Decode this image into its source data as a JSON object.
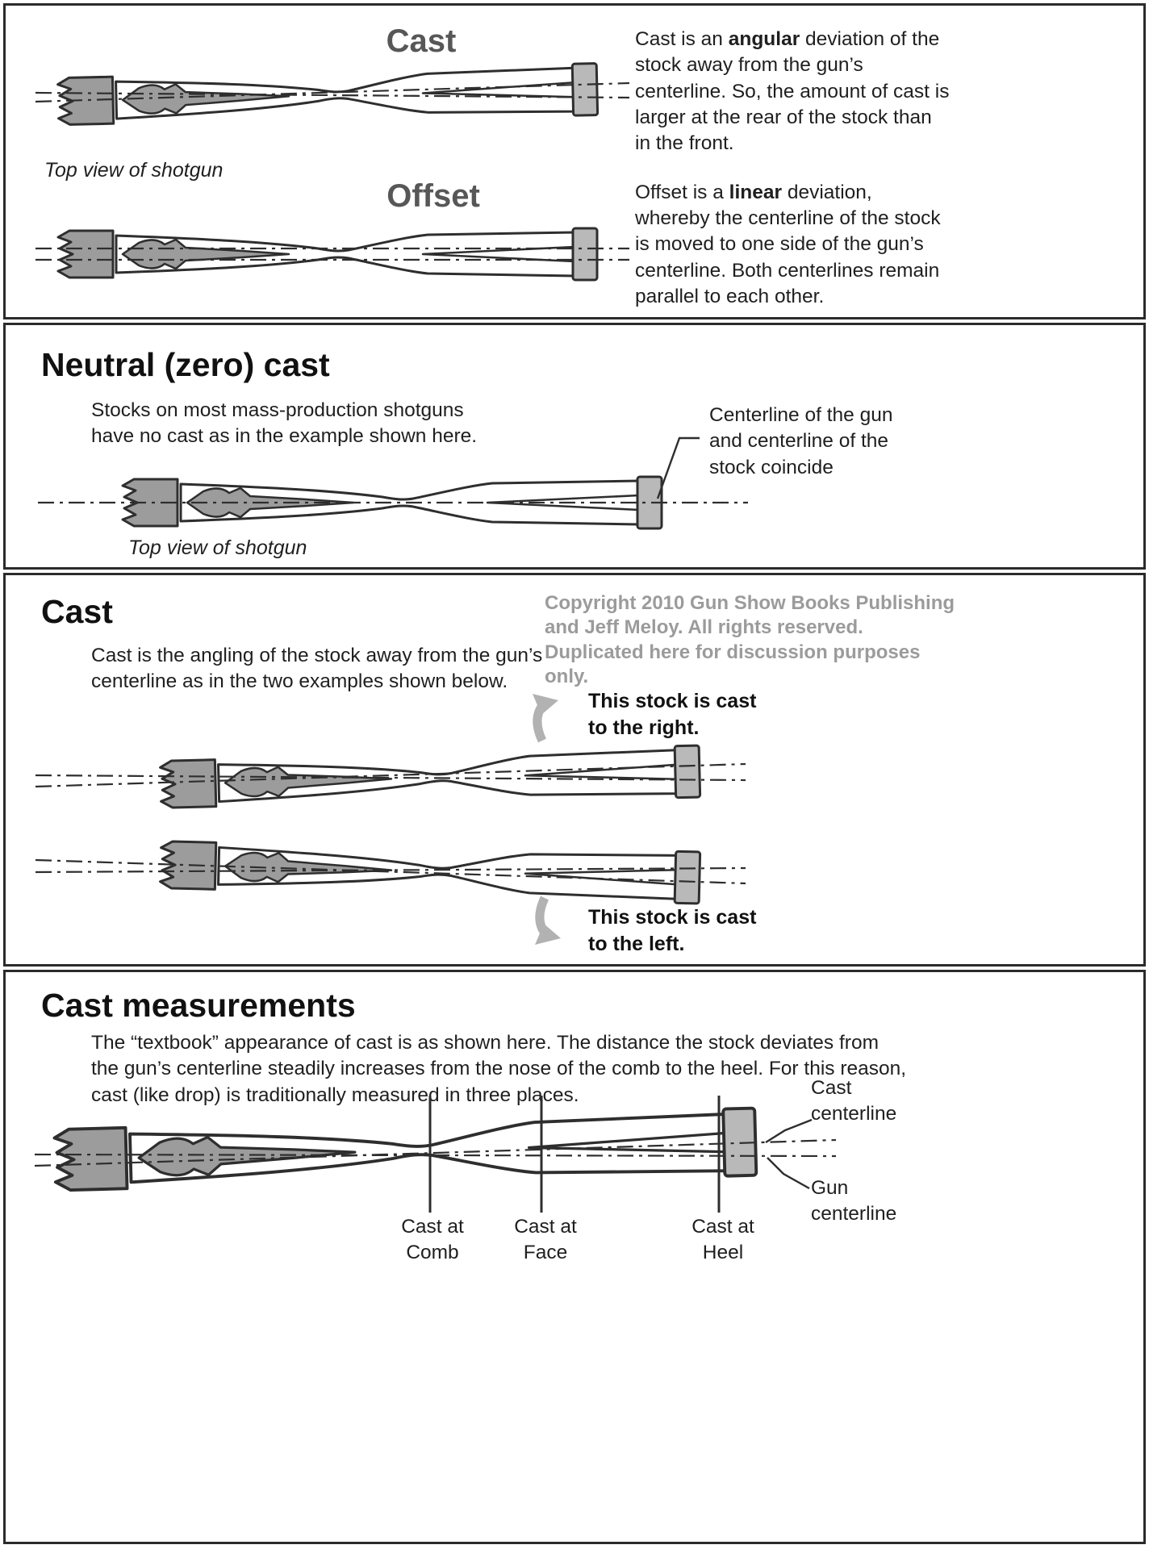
{
  "figure_colors": {
    "diagram_title_gray": "#575757",
    "copyright_gray": "#9b9b9b",
    "arrow_gray": "#b2b2b2",
    "gun_metal_gray": "#9c9c9c",
    "buttplate_gray": "#b9b9b9",
    "line_color": "#2e2e2e"
  },
  "panel_cast_offset": {
    "cast_title": "Cast",
    "offset_title": "Offset",
    "top_view_label": "Top view of shotgun",
    "cast_text": {
      "pre": "Cast is an ",
      "bold": "angular",
      "post": " deviation of the stock away from the gun’s centerline. So, the amount of cast is larger at the rear of the stock than in the front."
    },
    "offset_text": {
      "pre": "Offset is a ",
      "bold": "linear",
      "post": " deviation, whereby the centerline of the stock is moved to one side of the gun’s centerline. Both centerlines remain parallel to each other."
    }
  },
  "panel_neutral": {
    "heading": "Neutral (zero) cast",
    "body": "Stocks on most mass-production shotguns\nhave no cast as in the example shown here.",
    "annotation": "Centerline of the gun\nand centerline of the\nstock coincide",
    "top_view_label": "Top view of shotgun"
  },
  "panel_cast": {
    "heading": "Cast",
    "copyright_lines": [
      "Copyright 2010 Gun Show Books Publishing",
      "and Jeff Meloy. All rights reserved.",
      "Duplicated here for discussion purposes only."
    ],
    "body": "Cast is the angling of the stock away from the gun’s\ncenterline as in the two examples shown below.",
    "cast_right_label": "This stock is cast\nto the right.",
    "cast_left_label": "This stock is cast\nto the left."
  },
  "panel_measurements": {
    "heading": "Cast measurements",
    "body": "The “textbook” appearance of cast is as shown here. The distance the stock deviates from\nthe gun’s centerline steadily increases from the nose of the comb to the heel. For this reason,\ncast (like drop) is traditionally measured in three places.",
    "cast_at_comb": "Cast at\nComb",
    "cast_at_face": "Cast at\nFace",
    "cast_at_heel": "Cast at\nHeel",
    "cast_centerline_label": "Cast\ncenterline",
    "gun_centerline_label": "Gun\ncenterline"
  }
}
